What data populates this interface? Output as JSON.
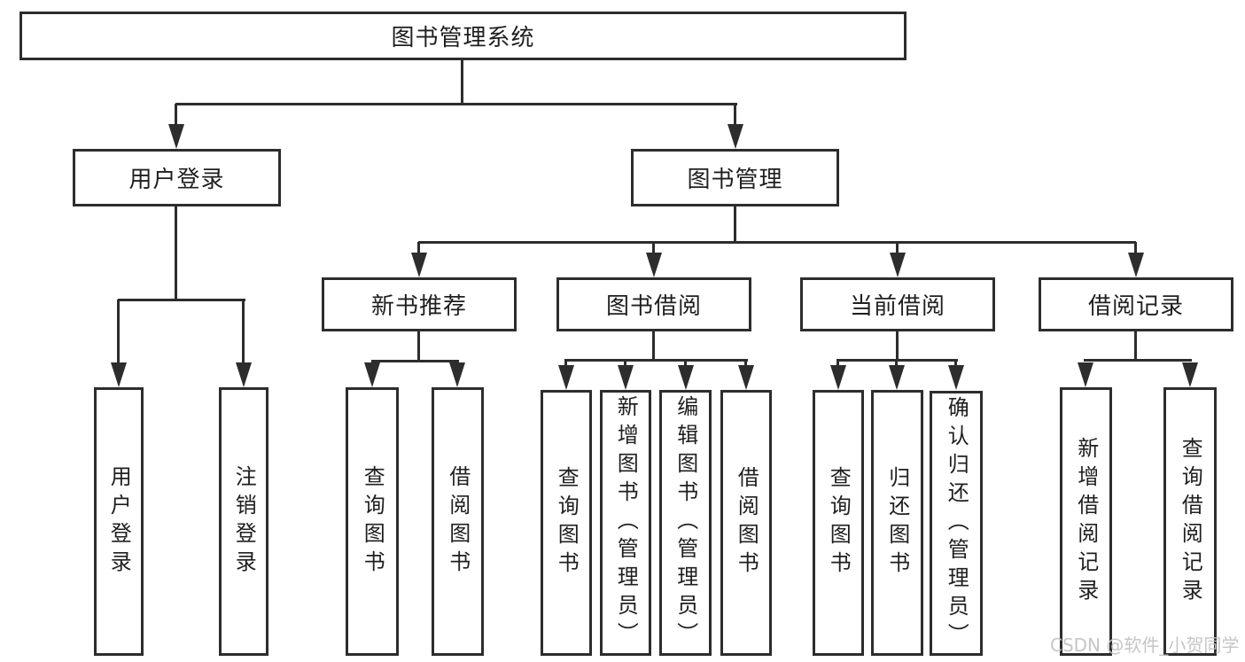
{
  "title": "图书管理系统",
  "tree": {
    "root": {
      "label": "图书管理系统"
    },
    "branches": [
      {
        "label": "用户登录",
        "children": [
          {
            "label": "用户登录"
          },
          {
            "label": "注销登录"
          }
        ]
      },
      {
        "label": "图书管理",
        "children": [
          {
            "label": "新书推荐",
            "children": [
              {
                "label": "查询图书"
              },
              {
                "label": "借阅图书"
              }
            ]
          },
          {
            "label": "图书借阅",
            "children": [
              {
                "label": "查询图书"
              },
              {
                "label": "新增图书（管理员）"
              },
              {
                "label": "编辑图书（管理员）"
              },
              {
                "label": "借阅图书"
              }
            ]
          },
          {
            "label": "当前借阅",
            "children": [
              {
                "label": "查询图书"
              },
              {
                "label": "归还图书"
              },
              {
                "label": "确认归还（管理员）"
              }
            ]
          },
          {
            "label": "借阅记录",
            "children": [
              {
                "label": "新增借阅记录"
              },
              {
                "label": "查询借阅记录"
              }
            ]
          }
        ]
      }
    ]
  },
  "watermark": {
    "text": "CSDN @软件_小贺同学",
    "color": "#c3c3c3"
  },
  "colors": {
    "line": "#2d2d2d",
    "text": "#1f1f1f",
    "background": "#ffffff"
  }
}
